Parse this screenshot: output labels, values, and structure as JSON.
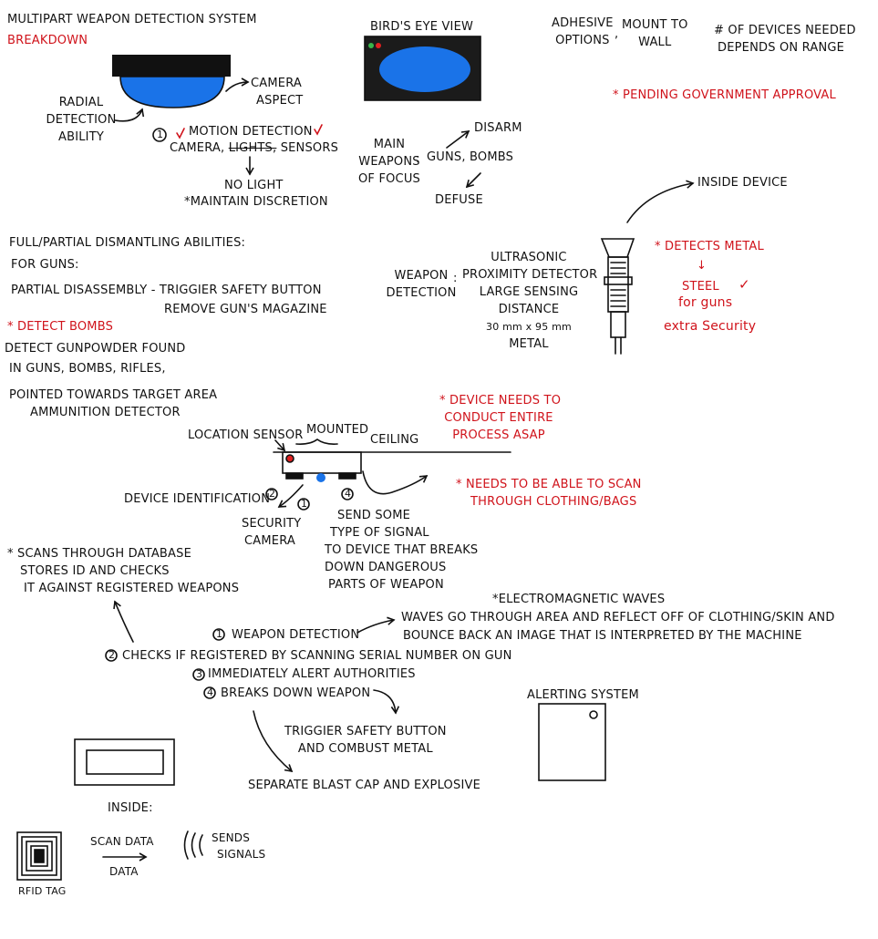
{
  "colors": {
    "ink": "#111111",
    "accent_red": "#d0131b",
    "camera_blue": "#1a73e8",
    "screen_dark": "#1b1b1b",
    "led_green": "#39b54a",
    "led_red": "#e02020"
  },
  "header": {
    "title": "MULTIPART WEAPON DETECTION SYSTEM",
    "subtitle": "BREAKDOWN"
  },
  "camera": {
    "radial": [
      "RADIAL",
      "DETECTION",
      "ABILITY"
    ],
    "aspect": [
      "CAMERA",
      "ASPECT"
    ],
    "num": "1",
    "motion": "MOTION DETECTION",
    "camera_word": "CAMERA,",
    "lights_word": "LIGHTS,",
    "sensors_word": "SENSORS",
    "no_light": "NO LIGHT",
    "discretion": "*MAINTAIN DISCRETION"
  },
  "birdseye": {
    "title": "BIRD'S EYE VIEW"
  },
  "adhesive": {
    "opt": [
      "ADHESIVE",
      "OPTIONS"
    ],
    "comma": ",",
    "mount": [
      "MOUNT TO",
      "WALL"
    ]
  },
  "devices": [
    "# OF DEVICES NEEDED",
    "DEPENDS ON RANGE"
  ],
  "pending": "* PENDING GOVERNMENT APPROVAL",
  "weapons_focus": {
    "label": [
      "MAIN",
      "WEAPONS",
      "OF FOCUS"
    ],
    "colon": ":",
    "list": "GUNS, BOMBS",
    "disarm": "DISARM",
    "defuse": "DEFUSE"
  },
  "inside_device": "INSIDE DEVICE",
  "metal": {
    "detects": "* DETECTS METAL",
    "arrow": "↓",
    "steel": "STEEL",
    "for_guns": "for guns",
    "extra": "extra Security"
  },
  "dismantle": {
    "title": "FULL/PARTIAL DISMANTLING ABILITIES:",
    "for_guns": "FOR GUNS:",
    "partial": "PARTIAL DISASSEMBLY - TRIGGIER SAFETY BUTTON",
    "remove": "REMOVE GUN'S MAGAZINE"
  },
  "bombs": {
    "title": "* DETECT BOMBS",
    "line1": "DETECT GUNPOWDER FOUND",
    "line2": "IN GUNS, BOMBS, RIFLES,",
    "line3": "POINTED TOWARDS TARGET AREA",
    "line4": "AMMUNITION DETECTOR"
  },
  "weapon_detection": {
    "label": [
      "WEAPON",
      "DETECTION"
    ],
    "colon": ":",
    "specs": [
      "ULTRASONIC",
      "PROXIMITY DETECTOR",
      "LARGE SENSING",
      "DISTANCE",
      "30 mm x 95 mm",
      "METAL"
    ]
  },
  "asap": [
    "* DEVICE NEEDS TO",
    "CONDUCT ENTIRE",
    "PROCESS ASAP"
  ],
  "scan_clothing": [
    "* NEEDS TO BE ABLE TO SCAN",
    "THROUGH CLOTHING/BAGS"
  ],
  "ceiling": {
    "location": "LOCATION SENSOR",
    "mounted": "MOUNTED",
    "ceiling": "CEILING",
    "device_id": "DEVICE IDENTIFICATION",
    "n2": "2",
    "n1": "1",
    "n4": "4",
    "security": [
      "SECURITY",
      "CAMERA"
    ],
    "signal": [
      "SEND SOME",
      "TYPE OF SIGNAL",
      "TO DEVICE THAT BREAKS",
      "DOWN DANGEROUS",
      "PARTS OF WEAPON"
    ]
  },
  "database": [
    "* SCANS THROUGH DATABASE",
    "STORES ID AND CHECKS",
    "IT AGAINST REGISTERED WEAPONS"
  ],
  "em": {
    "title": "*ELECTROMAGNETIC WAVES",
    "line1": "WAVES GO THROUGH AREA AND REFLECT OFF OF CLOTHING/SKIN AND",
    "line2": "BOUNCE BACK AN IMAGE THAT IS INTERPRETED BY THE MACHINE"
  },
  "steps": {
    "s1n": "1",
    "s1": "WEAPON DETECTION",
    "s2n": "2",
    "s2": "CHECKS IF REGISTERED BY SCANNING SERIAL NUMBER ON GUN",
    "s3n": "3",
    "s3": "IMMEDIATELY ALERT AUTHORITIES",
    "s4n": "4",
    "s4": "BREAKS DOWN WEAPON"
  },
  "trigger": [
    "TRIGGIER SAFETY BUTTON",
    "AND COMBUST METAL"
  ],
  "blast": "SEPARATE BLAST CAP AND EXPLOSIVE",
  "alerting": "ALERTING SYSTEM",
  "inside": "INSIDE:",
  "rfid": {
    "tag": "RFID TAG",
    "scan": "SCAN DATA",
    "data": "DATA",
    "sends": [
      "SENDS",
      "SIGNALS"
    ]
  }
}
